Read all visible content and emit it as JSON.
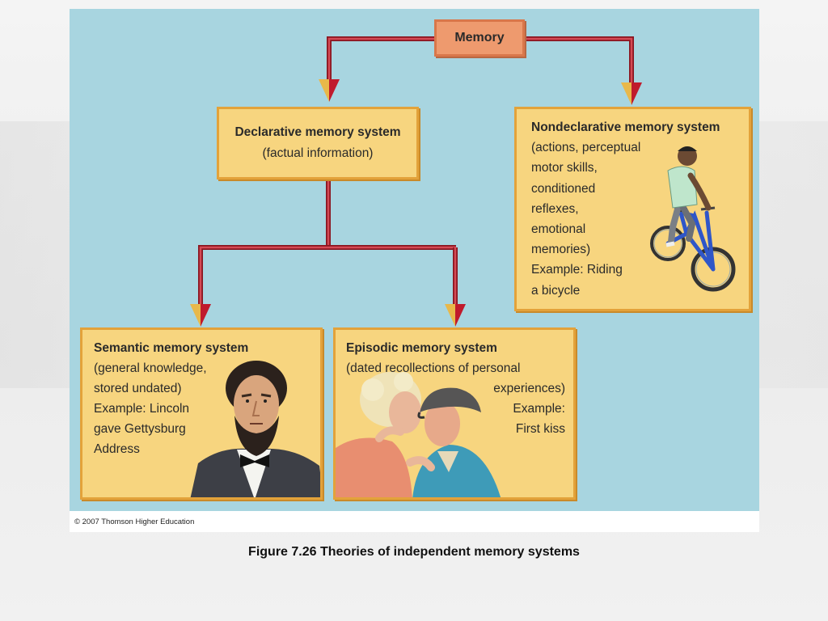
{
  "root": {
    "label": "Memory"
  },
  "declarative": {
    "title": "Declarative memory system",
    "subtitle": "(factual information)"
  },
  "nondeclarative": {
    "title": "Nondeclarative memory system",
    "lines": [
      "(actions, perceptual",
      "motor skills,",
      "conditioned",
      "reflexes,",
      "emotional",
      "memories)",
      "Example: Riding",
      "a bicycle"
    ]
  },
  "semantic": {
    "title": "Semantic memory system",
    "lines": [
      "(general knowledge,",
      "stored undated)",
      "Example: Lincoln",
      "gave Gettysburg",
      "Address"
    ]
  },
  "episodic": {
    "title": "Episodic memory system",
    "line1": "(dated recollections of personal",
    "right_lines": [
      "experiences)",
      "Example:",
      "First kiss"
    ]
  },
  "copyright": "© 2007 Thomson Higher Education",
  "caption": "Figure 7.26  Theories of independent memory systems",
  "colors": {
    "figure_background": "#a8d5e0",
    "box_fill": "#f7d57f",
    "box_border": "#e3a23a",
    "root_fill": "#ee9a6e",
    "connector": "#b8202e"
  },
  "illustrations": [
    "bicycle-rider",
    "abraham-lincoln-portrait",
    "elderly-couple-kissing"
  ]
}
